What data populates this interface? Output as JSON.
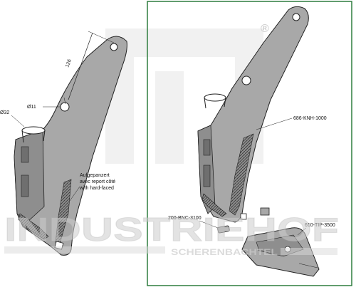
{
  "watermark": {
    "brand": "INDUSTRIEHOF",
    "tagline": "SCHERENBACHTEL",
    "registered_mark": "®"
  },
  "left_view": {
    "dimension_length": "126",
    "hole_diameter_small": "Ø11",
    "hole_diameter_large": "Ø32",
    "hardfacing_note": {
      "line1": "Aufgepanzert",
      "line2": "avec report côté",
      "line3": "with hard-faced"
    }
  },
  "right_view": {
    "parts": [
      {
        "part_no": "686-KNH-1000",
        "name": "tine"
      },
      {
        "part_no": "200-BNC-3100",
        "name": "bolt"
      },
      {
        "part_no": "610-TIP-3500",
        "name": "tip"
      }
    ]
  },
  "colors": {
    "frame": "#2e7d3e",
    "metal": "#a8a8a8",
    "metal_dark": "#6f6f6f",
    "outline": "#222222",
    "watermark": "#d9d9d9"
  }
}
